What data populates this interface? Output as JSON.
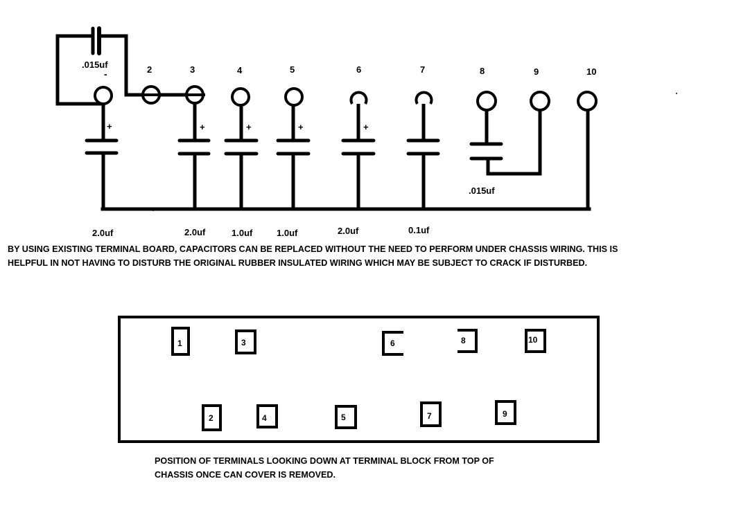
{
  "schematic": {
    "terminals": [
      {
        "id": 1,
        "label": "",
        "polarity": "-"
      },
      {
        "id": 2,
        "label": "2"
      },
      {
        "id": 3,
        "label": "3"
      },
      {
        "id": 4,
        "label": "4"
      },
      {
        "id": 5,
        "label": "5"
      },
      {
        "id": 6,
        "label": "6"
      },
      {
        "id": 7,
        "label": "7"
      },
      {
        "id": 8,
        "label": "8"
      },
      {
        "id": 9,
        "label": "9"
      },
      {
        "id": 10,
        "label": "10"
      }
    ],
    "capacitors": [
      {
        "name": "top-coupling-cap",
        "value": ".015uf",
        "between": "1-2"
      },
      {
        "name": "cap-1",
        "value": "2.0uf",
        "terminal": 1,
        "polarity": "+"
      },
      {
        "name": "cap-3",
        "value": "2.0uf",
        "terminal": 3,
        "polarity": "+"
      },
      {
        "name": "cap-4",
        "value": "1.0uf",
        "terminal": 4,
        "polarity": "+"
      },
      {
        "name": "cap-5",
        "value": "1.0uf",
        "terminal": 5,
        "polarity": "+"
      },
      {
        "name": "cap-6",
        "value": "2.0uf",
        "terminal": 6,
        "polarity": "+"
      },
      {
        "name": "cap-7",
        "value": "0.1uf",
        "terminal": 7
      },
      {
        "name": "cap-8-9",
        "value": ".015uf",
        "between": "8-9"
      }
    ],
    "plus_sign": "+",
    "minus_sign": "-"
  },
  "notes": {
    "main_line1": "BY USING EXISTING TERMINAL BOARD, CAPACITORS CAN BE REPLACED WITHOUT THE NEED TO PERFORM UNDER CHASSIS WIRING.  THIS IS",
    "main_line2": "HELPFUL IN NOT HAVING TO DISTURB THE ORIGINAL RUBBER INSULATED WIRING WHICH MAY BE SUBJECT TO CRACK IF DISTURBED.",
    "block_line1": "POSITION OF TERMINALS LOOKING DOWN AT TERMINAL BLOCK FROM TOP OF",
    "block_line2": "CHASSIS ONCE CAN COVER IS REMOVED."
  },
  "terminal_block": {
    "pins": [
      "1",
      "2",
      "3",
      "4",
      "5",
      "6",
      "7",
      "8",
      "9",
      "10"
    ]
  }
}
